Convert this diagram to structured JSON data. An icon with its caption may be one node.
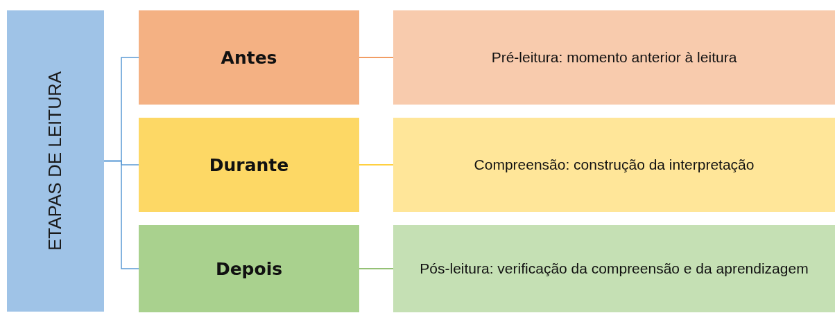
{
  "diagram": {
    "nodes": [
      {
        "text": [
          "ETAPAS DE LEITURA"
        ]
      },
      {
        "text": [
          "Antes"
        ]
      },
      {
        "text": [
          "Durante"
        ]
      },
      {
        "text": [
          "Depois"
        ]
      },
      {
        "text": [
          "Pré-leitura: momento anterior à leitura"
        ]
      },
      {
        "text": [
          "Compreensão: construção da interpretação"
        ]
      },
      {
        "text": [
          "Pós-leitura: verificação da compreensão e da aprendizagem"
        ]
      }
    ],
    "edges": [
      {
        "from": 0,
        "to": 1,
        "arrow": "none"
      },
      {
        "from": 0,
        "to": 2,
        "arrow": "none"
      },
      {
        "from": 0,
        "to": 3,
        "arrow": "none"
      },
      {
        "from": 1,
        "to": 4,
        "arrow": "none",
        "color": "#ed7d31"
      },
      {
        "from": 2,
        "to": 5,
        "arrow": "none",
        "color": "#ffc000"
      },
      {
        "from": 3,
        "to": 6,
        "arrow": "none",
        "color": "#70ad47"
      }
    ]
  }
}
